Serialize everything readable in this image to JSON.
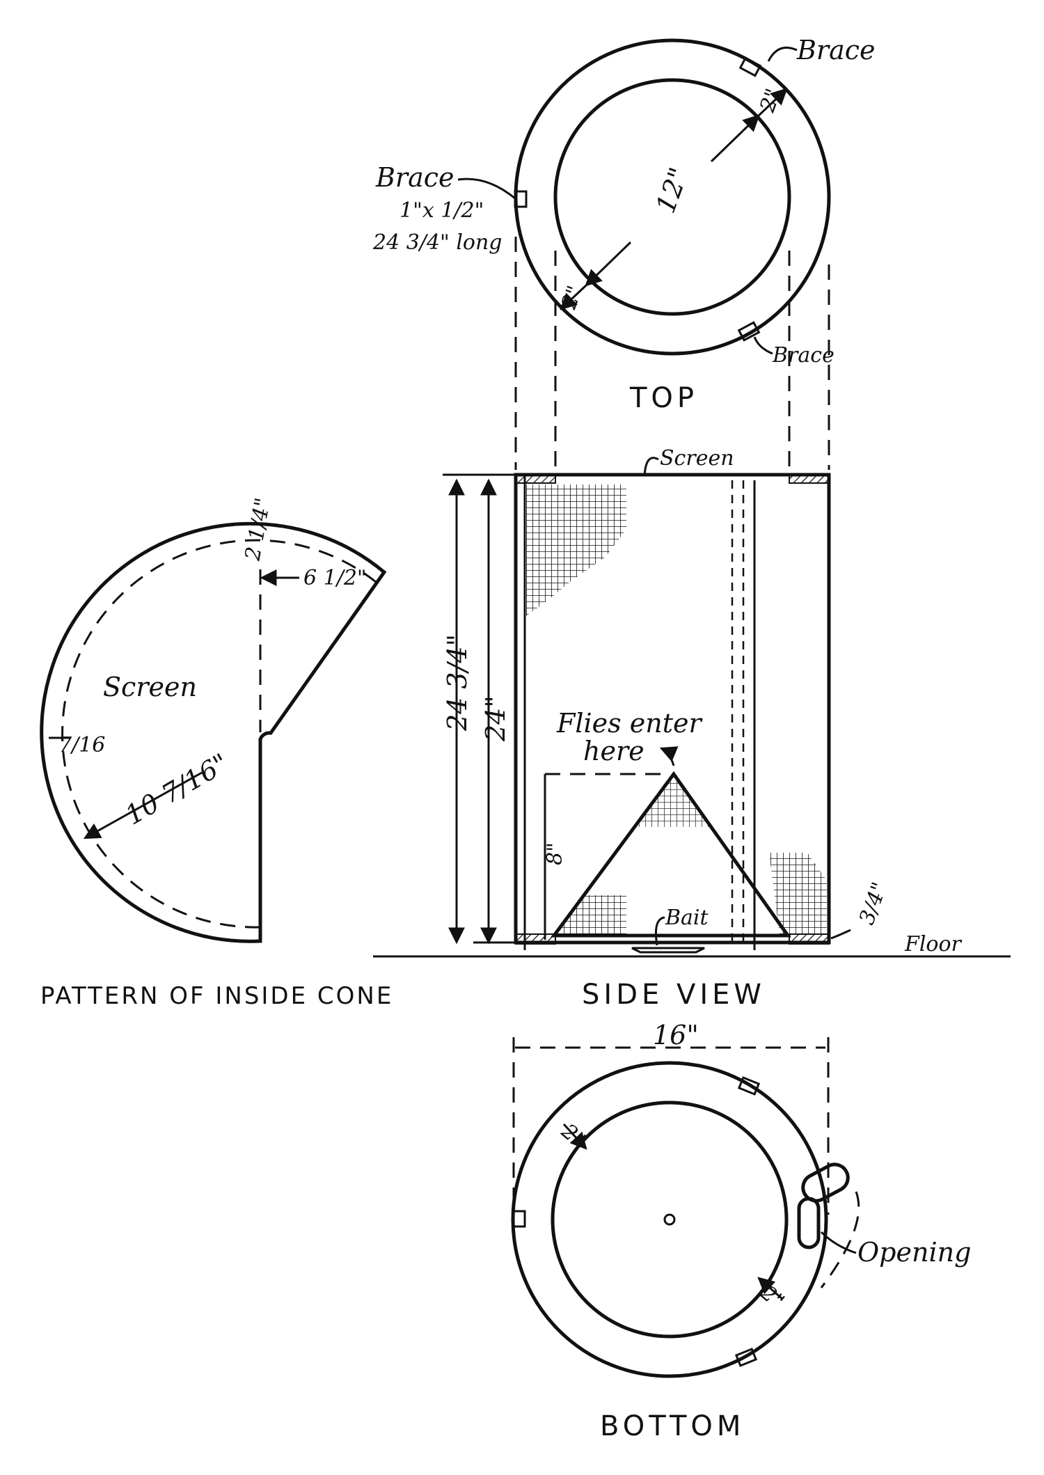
{
  "top_view": {
    "caption": "TOP",
    "inner_diameter": "12\"",
    "ring_width_upper": "2\"",
    "ring_width_lower": "2\"",
    "brace_label_upper": "Brace",
    "brace_label_lower": "Brace",
    "brace_label_left": "Brace",
    "brace_size": "1\"x 1/2\"",
    "brace_length": "24 3/4\" long"
  },
  "side_view": {
    "caption": "SIDE VIEW",
    "screen_label": "Screen",
    "total_height": "24 3/4\"",
    "inner_height": "24\"",
    "cone_height": "8\"",
    "entry_label_line1": "Flies enter",
    "entry_label_line2": "here",
    "bait_label": "Bait",
    "floor_label": "Floor",
    "base_thickness": "3/4\""
  },
  "cone_pattern": {
    "caption": "PATTERN OF INSIDE CONE",
    "material_label": "Screen",
    "top_gap": "2 1/4\"",
    "chord_offset": "6 1/2\"",
    "edge_margin": "7/16",
    "radius": "10 7/16\""
  },
  "bottom_view": {
    "caption": "BOTTOM",
    "outer_diameter": "16\"",
    "ring_width_upper": "2\"",
    "ring_width_lower": "2\"",
    "opening_label": "Opening"
  }
}
